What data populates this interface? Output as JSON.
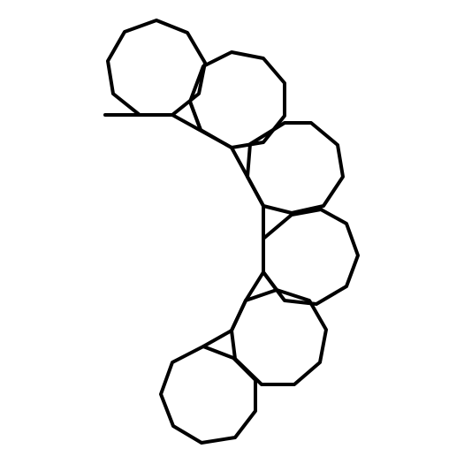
{
  "figure": {
    "kind": "skeletal-structure",
    "background": "#ffffff",
    "bond_color": "#000000",
    "ring_count": 6,
    "ring_sizes": [
      9,
      9,
      9,
      9,
      9,
      9
    ],
    "cyclopropane_junctions": 5,
    "substituents": [
      "methyl"
    ]
  }
}
